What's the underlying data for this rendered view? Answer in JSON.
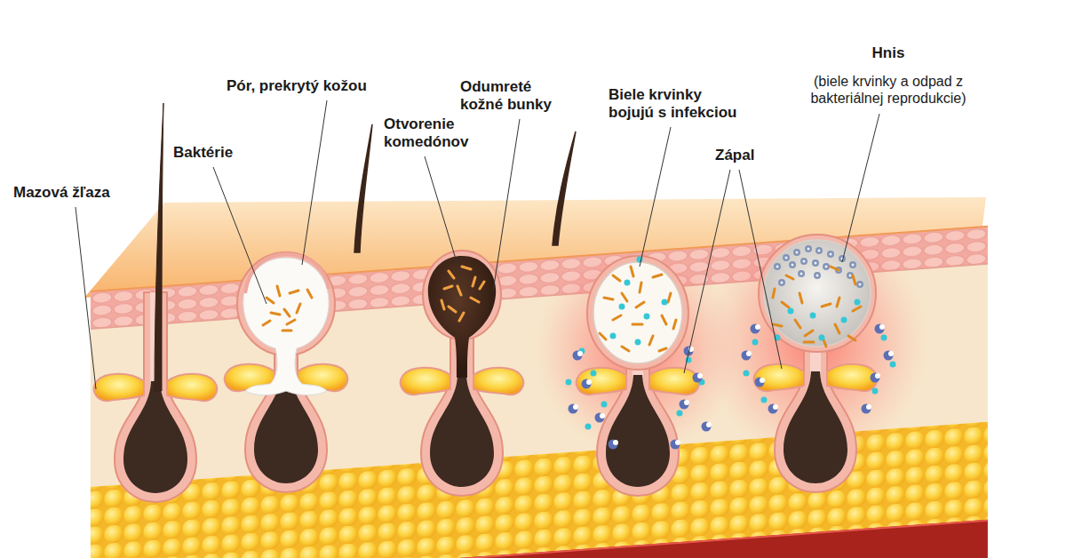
{
  "diagram": {
    "labels": [
      "Mazová žľaza",
      "Baktérie",
      "Pór, prekrytý kožou",
      "Otvorenie komedónov",
      "Odumreté kožné bunky",
      "Biele krvinky bojujú s infekciou",
      "Zápal",
      "Hnis",
      "(biele krvinky a odpad z bakteriálnej reprodukcie)"
    ]
  }
}
